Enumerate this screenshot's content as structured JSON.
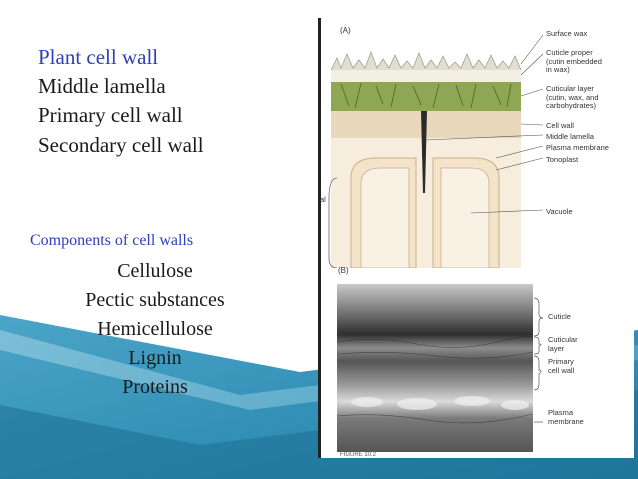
{
  "slide": {
    "cell_wall_list": [
      "Plant cell wall",
      "Middle lamella",
      "Primary cell wall",
      "Secondary cell wall"
    ],
    "components_heading": "Components of cell walls",
    "components": [
      "Cellulose",
      "Pectic substances",
      "Hemicellulose",
      "Lignin",
      "Proteins"
    ]
  },
  "figure": {
    "panel_a": "(A)",
    "panel_b": "(B)",
    "panel_a_labels": [
      "Surface wax",
      "Cuticle proper\n(cutin embedded\nin wax)",
      "Cuticular layer\n(cutin, wax, and\ncarbohydrates)",
      "Cell wall",
      "Middle lamella",
      "Plasma membrane",
      "Tonoplast",
      "Vacuole"
    ],
    "panel_a_side_label": "al",
    "panel_b_labels": [
      "Cuticle",
      "Cuticular\nlayer",
      "Primary\ncell wall",
      "Plasma\nmembrane"
    ],
    "caption": "FIGURE 10.2"
  },
  "colors": {
    "accent_blue": "#2f3fb5",
    "band_teal": "#2a8ab0",
    "cuticle_green": "#8aa14a",
    "wall_tan": "#e6d2b4"
  }
}
